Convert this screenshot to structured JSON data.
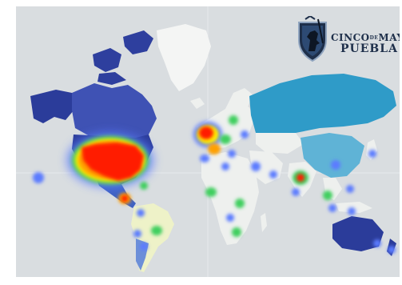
{
  "brand": {
    "line1_main": "CINCO",
    "line1_small": "DE",
    "line1_end": "MAYO",
    "line2": "PUEBLA",
    "emblem_icon": "shield-with-knight-icon"
  },
  "colors": {
    "ocean": "#d9dde0",
    "land_neutral": "#eef0ee",
    "land_dark_blue": "#2b3c9a",
    "land_mid_blue": "#3f62c2",
    "land_teal": "#2f9bc8",
    "land_light_teal": "#5fb3d6",
    "land_pale_green": "#eef2c8",
    "heat_red": "#ff1a00",
    "heat_orange": "#ffa000",
    "heat_yellow": "#ffee00",
    "heat_green": "#3fcf5f",
    "heat_blue": "#5b7bff"
  }
}
